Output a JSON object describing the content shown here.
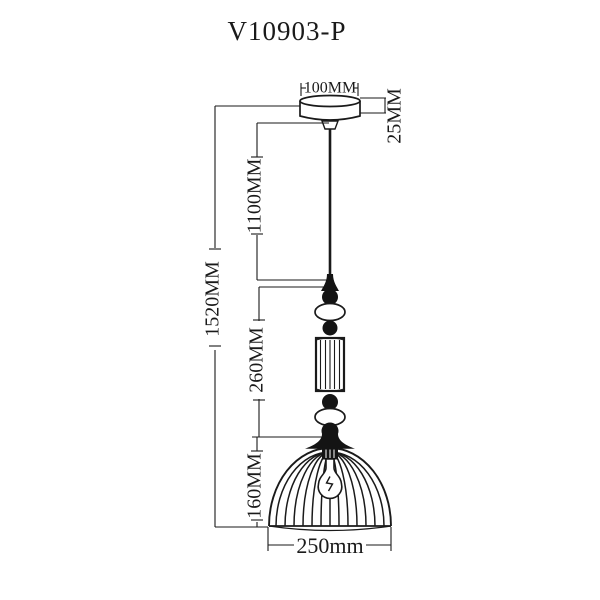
{
  "title": "V10903-P",
  "dimensions": {
    "canopy_width": "100MM",
    "canopy_height": "25MM",
    "cord_length": "1100MM",
    "total_height": "1520MM",
    "stem_height": "260MM",
    "shade_height": "160MM",
    "shade_diameter": "250mm"
  },
  "colors": {
    "ink": "#1a1a1a",
    "background": "#ffffff"
  }
}
